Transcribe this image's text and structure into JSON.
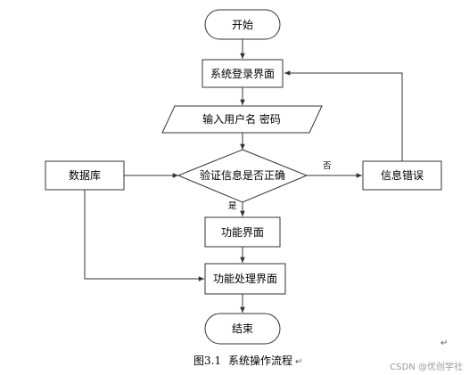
{
  "nodes": {
    "start": "开始",
    "login": "系统登录界面",
    "input": "输入用户名 密码",
    "verify": "验证信息是否正确",
    "error": "信息错误",
    "database": "数据库",
    "function": "功能界面",
    "process": "功能处理界面",
    "end": "结束"
  },
  "edges": {
    "no_label": "否",
    "yes_label": "是"
  },
  "caption": {
    "figure_no": "图3.1",
    "text": "系统操作流程"
  },
  "watermark": "CSDN @优创学社"
}
